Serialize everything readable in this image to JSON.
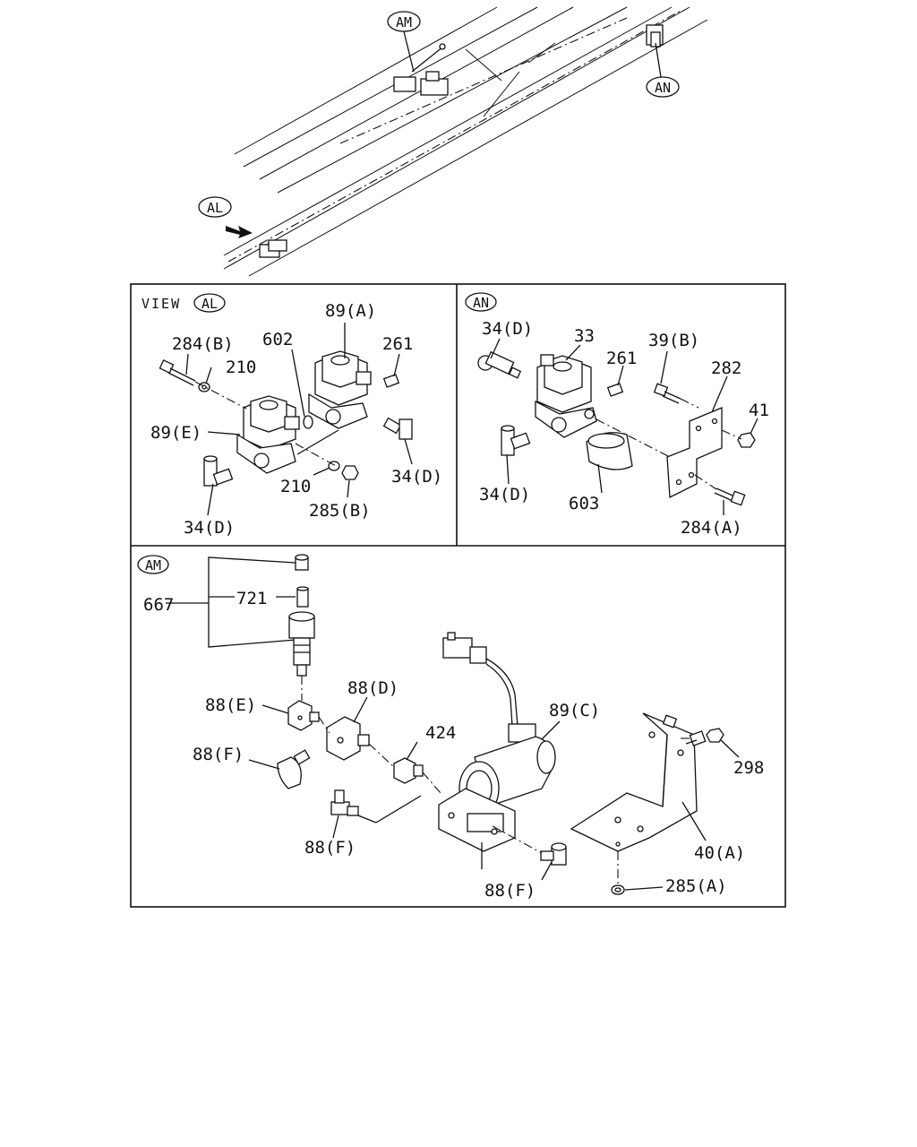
{
  "overview": {
    "callouts": {
      "am": "AM",
      "an": "AN",
      "al": "AL"
    }
  },
  "panel_al": {
    "view_prefix": "VIEW",
    "view_ref": "AL",
    "labels": {
      "p89a": "89(A)",
      "p602": "602",
      "p261": "261",
      "p284b": "284(B)",
      "p210_top": "210",
      "p89e": "89(E)",
      "p34d_right": "34(D)",
      "p210_bottom": "210",
      "p285b": "285(B)",
      "p34d_bottom": "34(D)"
    }
  },
  "panel_an": {
    "ref": "AN",
    "labels": {
      "p34d_top": "34(D)",
      "p33": "33",
      "p261": "261",
      "p39b": "39(B)",
      "p282": "282",
      "p41": "41",
      "p34d_bottom": "34(D)",
      "p603": "603",
      "p284a": "284(A)"
    }
  },
  "panel_am": {
    "ref": "AM",
    "labels": {
      "p667": "667",
      "p721": "721",
      "p88e": "88(E)",
      "p88d": "88(D)",
      "p424": "424",
      "p89c": "89(C)",
      "p88f_left": "88(F)",
      "p298": "298",
      "p88f_mid": "88(F)",
      "p40a": "40(A)",
      "p88f_bottom": "88(F)",
      "p285a": "285(A)"
    }
  }
}
